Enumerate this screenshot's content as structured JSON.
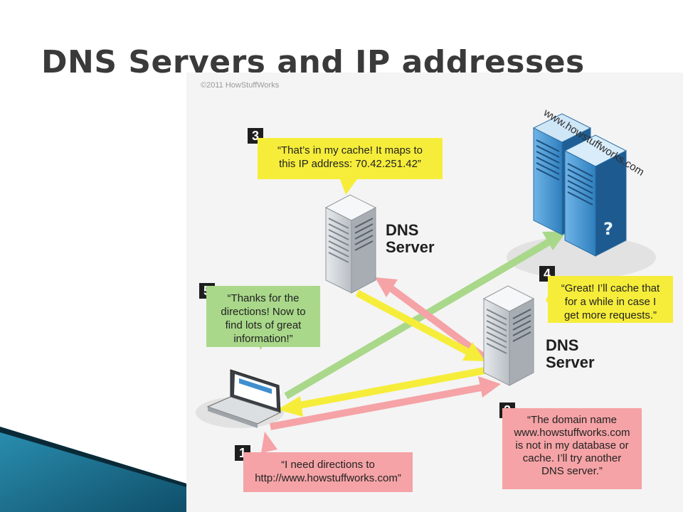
{
  "slide": {
    "title": "DNS Servers and IP addresses"
  },
  "diagram": {
    "copyright": "©2011 HowStuffWorks",
    "site_label": "www.howstuffworks.com",
    "dns_server_label": "DNS\nServer",
    "steps": [
      {
        "number": "1",
        "text": "“I need directions to\nhttp://www.howstuffworks.com”",
        "color": "#f5a3a6"
      },
      {
        "number": "2",
        "text": "“The domain name\nwww.howstuffworks.com\nis not in my database or\ncache. I’ll try another\nDNS server.”",
        "color": "#f5a3a6"
      },
      {
        "number": "3",
        "text": "“That’s in my cache! It maps to\nthis IP address: 70.42.251.42”",
        "color": "#f6ed3a"
      },
      {
        "number": "4",
        "text": "“Great! I’ll cache that\nfor a while in case I\nget more requests.”",
        "color": "#f6ed3a"
      },
      {
        "number": "5",
        "text": "“Thanks for the\ndirections! Now to\nfind lots of great\ninformation!”",
        "color": "#a9d88a"
      }
    ],
    "colors": {
      "request": "#f5a3a6",
      "response": "#f6ed3a",
      "connect": "#a9d88a",
      "server": "#3f8fcf"
    }
  }
}
